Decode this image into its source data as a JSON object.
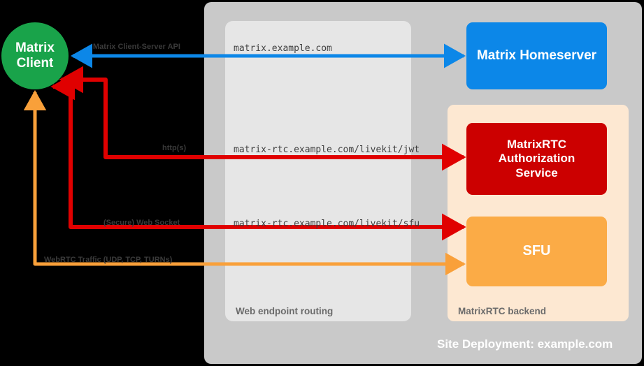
{
  "diagram": {
    "title": "Site Deployment: example.com",
    "background": "#000000"
  },
  "nodes": {
    "client": {
      "label_line1": "Matrix",
      "label_line2": "Client",
      "color": "#19a34a",
      "shape": "circle"
    },
    "homeserver": {
      "label": "Matrix Homeserver",
      "color": "#0c87e8",
      "shape": "rounded-rect"
    },
    "auth_service": {
      "label_line1": "MatrixRTC",
      "label_line2": "Authorization",
      "label_line3": "Service",
      "color": "#cc0000",
      "shape": "rounded-rect"
    },
    "sfu": {
      "label": "SFU",
      "color": "#fbab46",
      "shape": "rounded-rect"
    }
  },
  "groups": {
    "site": {
      "label": "Site Deployment: example.com",
      "color": "#c9c9c9"
    },
    "routing": {
      "label": "Web endpoint routing",
      "color": "#e6e6e6"
    },
    "backend": {
      "label": "MatrixRTC backend",
      "color": "#fde8d2"
    }
  },
  "edges": [
    {
      "id": "cs-api",
      "protocol_label": "Matrix Client-Server API",
      "endpoint_label": "matrix.example.com",
      "color": "#0c87e8",
      "direction": "bidirectional",
      "from": "client",
      "to": "homeserver"
    },
    {
      "id": "jwt",
      "protocol_label": "http(s)",
      "endpoint_label": "matrix-rtc.example.com/livekit/jwt",
      "color": "#e00000",
      "direction": "bidirectional",
      "from": "client",
      "to": "auth_service"
    },
    {
      "id": "websocket",
      "protocol_label": "(Secure) Web Socket",
      "endpoint_label": "matrix-rtc.example.com/livekit/sfu",
      "color": "#e00000",
      "direction": "bidirectional",
      "from": "client",
      "to": "sfu"
    },
    {
      "id": "webrtc",
      "protocol_label": "WebRTC Traffic (UDP, TCP, TURNs)",
      "endpoint_label": "",
      "color": "#f9a03a",
      "direction": "bidirectional",
      "from": "client",
      "to": "sfu"
    }
  ]
}
